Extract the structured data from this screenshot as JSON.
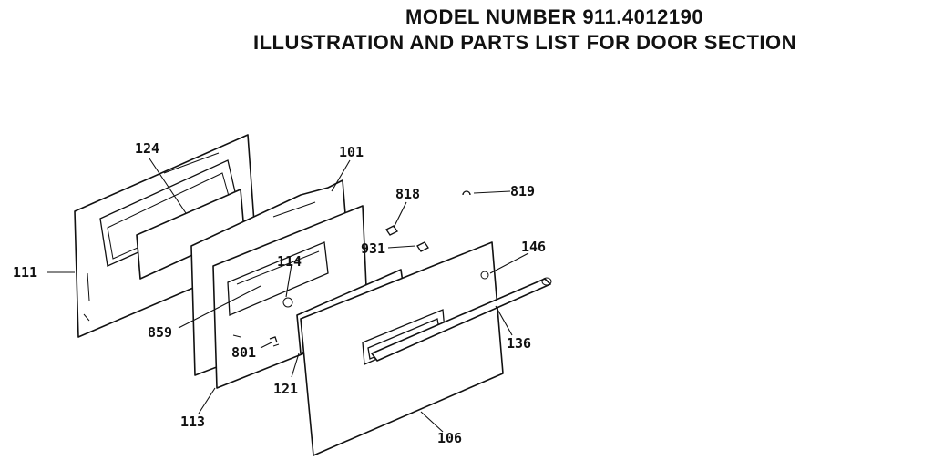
{
  "title": {
    "line1": "MODEL NUMBER 911.4012190",
    "line2": "ILLUSTRATION AND PARTS LIST FOR DOOR SECTION"
  },
  "callouts": [
    {
      "id": "124",
      "label": "124"
    },
    {
      "id": "101",
      "label": "101"
    },
    {
      "id": "818",
      "label": "818"
    },
    {
      "id": "819",
      "label": "819"
    },
    {
      "id": "931",
      "label": "931"
    },
    {
      "id": "146",
      "label": "146"
    },
    {
      "id": "111",
      "label": "111"
    },
    {
      "id": "114",
      "label": "114"
    },
    {
      "id": "859",
      "label": "859"
    },
    {
      "id": "801",
      "label": "801"
    },
    {
      "id": "136",
      "label": "136"
    },
    {
      "id": "121",
      "label": "121"
    },
    {
      "id": "113",
      "label": "113"
    },
    {
      "id": "106",
      "label": "106"
    }
  ]
}
